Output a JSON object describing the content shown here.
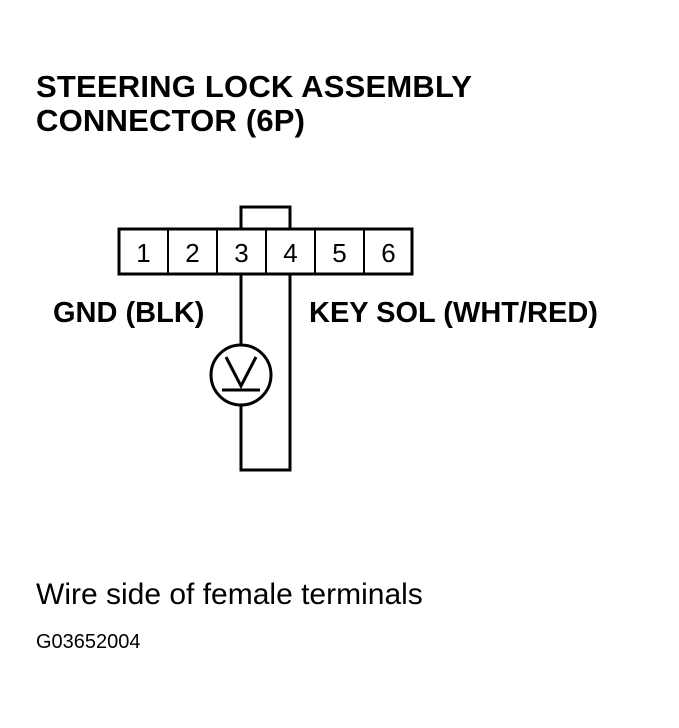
{
  "title": {
    "line1": "STEERING LOCK ASSEMBLY",
    "line2": "CONNECTOR (6P)"
  },
  "connector": {
    "pins": [
      "1",
      "2",
      "3",
      "4",
      "5",
      "6"
    ]
  },
  "labels": {
    "left": "GND (BLK)",
    "right": "KEY SOL (WHT/RED)"
  },
  "meter": {
    "symbol": "V"
  },
  "caption": "Wire side of female terminals",
  "figure_id": "G03652004"
}
